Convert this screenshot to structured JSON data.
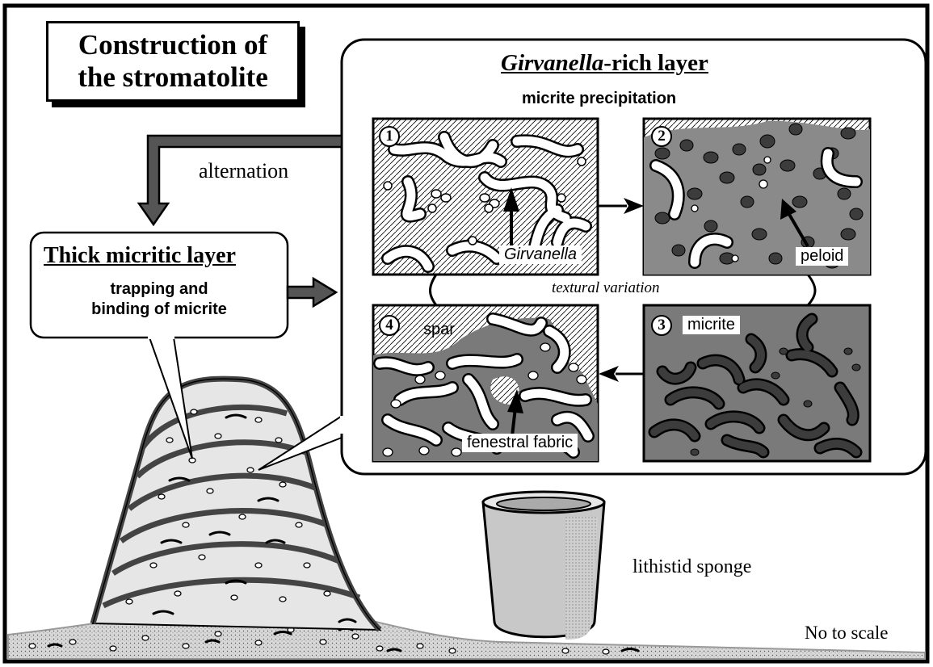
{
  "title": {
    "line1": "Construction of",
    "line2": "the stromatolite"
  },
  "thick_layer": {
    "title": "Thick micritic layer",
    "line1": "trapping and",
    "line2": "binding of micrite"
  },
  "alternation_label": "alternation",
  "girvanella_layer": {
    "title_italic": "Girvanella",
    "title_rest": "-rich layer",
    "subtitle": "micrite precipitation"
  },
  "panels": [
    {
      "number": "1",
      "label": "Girvanella"
    },
    {
      "number": "2",
      "label": "peloid"
    },
    {
      "number": "3",
      "label": "micrite"
    },
    {
      "number": "4",
      "label": "spar",
      "label2": "fenestral fabric"
    }
  ],
  "textural_variation": "textural variation",
  "sponge_label": "lithistid sponge",
  "scale_note": "No to scale",
  "colors": {
    "micrite_dark": "#7a7a7a",
    "filament_dark": "#3c3c3c",
    "mound_fill": "#e6e6e6"
  }
}
